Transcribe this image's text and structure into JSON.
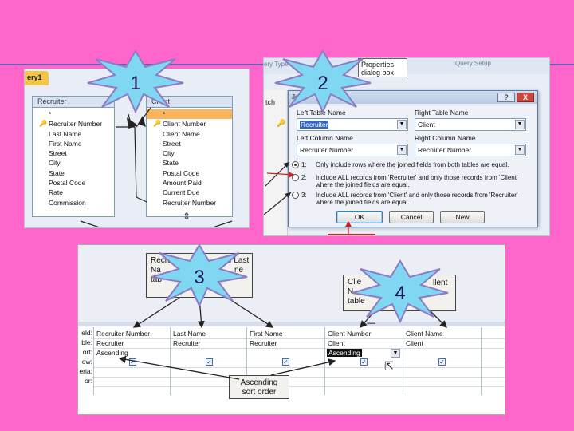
{
  "stars": {
    "s1": "1",
    "s2": "2",
    "s3": "3",
    "s4": "4"
  },
  "panel1": {
    "tab_label": "ery1",
    "recruiter_table": {
      "title": "Recruiter",
      "fields": [
        "*",
        "Recruiter Number",
        "Last Name",
        "First Name",
        "Street",
        "City",
        "State",
        "Postal Code",
        "Rate",
        "Commission"
      ]
    },
    "client_table": {
      "title": "Client",
      "fields": [
        "*",
        "Client Number",
        "Client Name",
        "Street",
        "City",
        "State",
        "Postal Code",
        "Amount Paid",
        "Current Due",
        "Recruiter Number"
      ]
    }
  },
  "panel2": {
    "top_tab_left": "ery Type",
    "properties_label": "Properties dialog box",
    "query_setup": "Query Setup",
    "left_cut_text": "tch",
    "join_cut_text": "Jo",
    "dialog": {
      "help": "?",
      "close": "X",
      "left_table_label": "Left Table Name",
      "left_table_value": "Recruiter",
      "right_table_label": "Right Table Name",
      "right_table_value": "Client",
      "left_column_label": "Left Column Name",
      "left_column_value": "Recruiter Number",
      "right_column_label": "Right Column Name",
      "right_column_value": "Recruiter Number",
      "options": [
        {
          "num": "1:",
          "text": "Only include rows where the joined fields from both tables are equal."
        },
        {
          "num": "2:",
          "text": "Include ALL records from 'Recruiter' and only those records from 'Client' where the joined fields are equal."
        },
        {
          "num": "3:",
          "text": "Include ALL records from 'Client' and only those records from 'Recruiter' where the joined fields are equal."
        }
      ],
      "ok": "OK",
      "cancel": "Cancel",
      "new": "New"
    }
  },
  "panel3": {
    "row_labels": [
      "eld:",
      "ble:",
      "ort:",
      "ow:",
      "eria:",
      "or:"
    ],
    "columns": [
      {
        "field": "Recruiter Number",
        "table": "Recruiter",
        "sort": "Ascending"
      },
      {
        "field": "Last Name",
        "table": "Recruiter",
        "sort": ""
      },
      {
        "field": "First Name",
        "table": "Recruiter",
        "sort": ""
      },
      {
        "field": "Client Number",
        "table": "Client",
        "sort": "Ascending"
      },
      {
        "field": "Client Name",
        "table": "Client",
        "sort": ""
      }
    ],
    "callout3": "Recruiter ... Last Name ... table",
    "callout3_lines": [
      "Recruit",
      "Na",
      "tab"
    ],
    "callout3_right": [
      "ce Last",
      "ne"
    ],
    "callout4_lines": [
      "Clie",
      "N",
      "table"
    ],
    "callout4_right": "llent",
    "ascending_callout": "Ascending sort order"
  }
}
